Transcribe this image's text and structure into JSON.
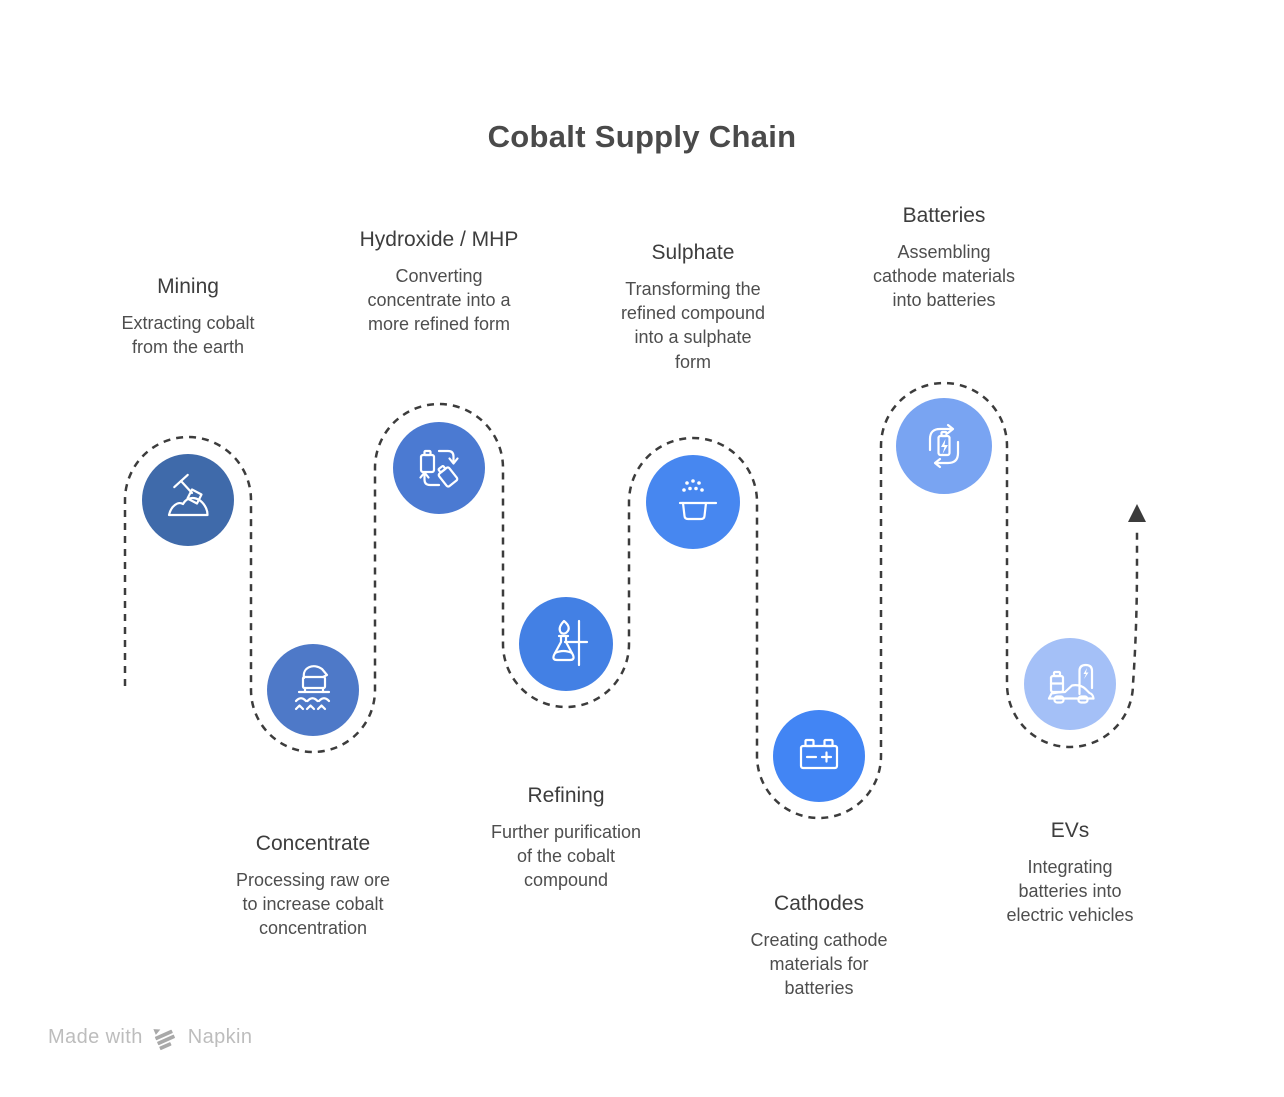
{
  "title": "Cobalt Supply Chain",
  "colors": {
    "path": "#3c3c3c",
    "icon_stroke": "#ffffff",
    "footer_logo": "#a9a9a9"
  },
  "nodes": [
    {
      "title": "Mining",
      "description": "Extracting cobalt\nfrom the earth",
      "icon": "shovel-mound-icon",
      "color": "#3f6aaa"
    },
    {
      "title": "Concentrate",
      "description": "Processing raw ore\nto increase cobalt\nconcentration",
      "icon": "ore-processing-machine-icon",
      "color": "#4e79c8"
    },
    {
      "title": "Hydroxide / MHP",
      "description": "Converting\nconcentrate into a\nmore refined form",
      "icon": "battery-conversion-icon",
      "color": "#4b7ad2"
    },
    {
      "title": "Refining",
      "description": "Further purification\nof the cobalt\ncompound",
      "icon": "lab-flask-burner-icon",
      "color": "#4380e4"
    },
    {
      "title": "Sulphate",
      "description": "Transforming the\nrefined compound\ninto a sulphate\nform",
      "icon": "powder-pan-icon",
      "color": "#4787f0"
    },
    {
      "title": "Cathodes",
      "description": "Creating cathode\nmaterials for\nbatteries",
      "icon": "car-battery-icon",
      "color": "#4285f4"
    },
    {
      "title": "Batteries",
      "description": "Assembling\ncathode materials\ninto batteries",
      "icon": "battery-cycle-icon",
      "color": "#79a4f2"
    },
    {
      "title": "EVs",
      "description": "Integrating\nbatteries into\nelectric vehicles",
      "icon": "ev-charging-icon",
      "color": "#a4c0f7"
    }
  ],
  "footer": {
    "made_with": "Made with",
    "brand": "Napkin"
  }
}
